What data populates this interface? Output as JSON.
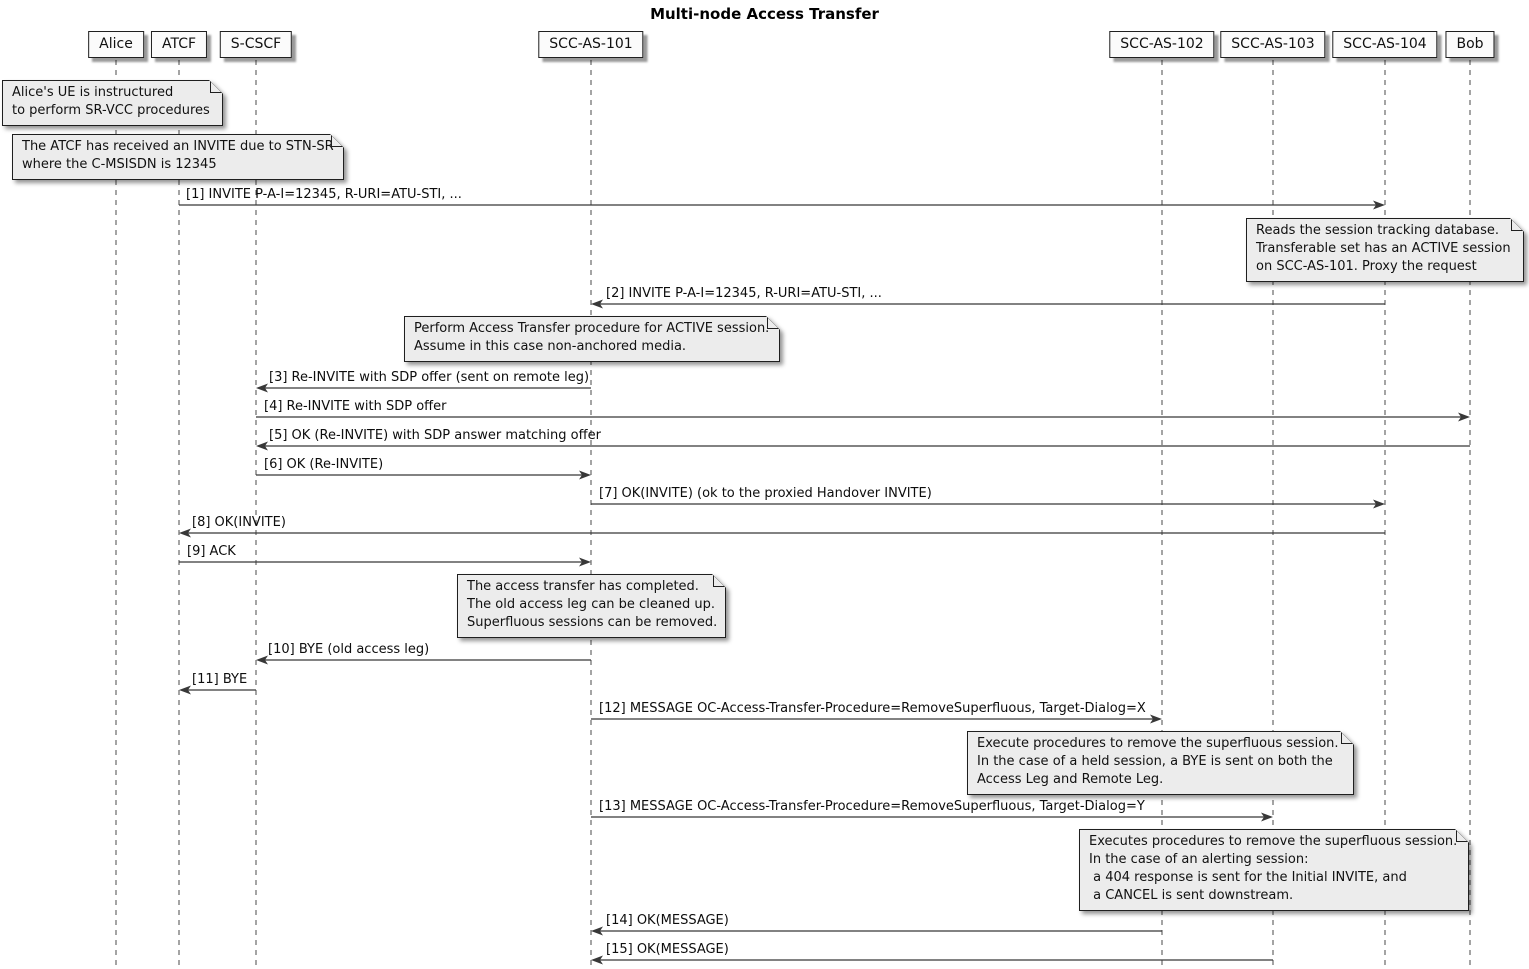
{
  "title": "Multi-node Access Transfer",
  "participants": [
    {
      "name": "Alice"
    },
    {
      "name": "ATCF"
    },
    {
      "name": "S-CSCF"
    },
    {
      "name": "SCC-AS-101"
    },
    {
      "name": "SCC-AS-102"
    },
    {
      "name": "SCC-AS-103"
    },
    {
      "name": "SCC-AS-104"
    },
    {
      "name": "Bob"
    }
  ],
  "messages": [
    {
      "text": "[1] INVITE P-A-I=12345, R-URI=ATU-STI, ...",
      "from": "ATCF",
      "to": "SCC-AS-104"
    },
    {
      "text": "[2] INVITE P-A-I=12345, R-URI=ATU-STI, ...",
      "from": "SCC-AS-104",
      "to": "SCC-AS-101"
    },
    {
      "text": "[3] Re-INVITE with SDP offer (sent on remote leg)",
      "from": "SCC-AS-101",
      "to": "S-CSCF"
    },
    {
      "text": "[4] Re-INVITE with SDP offer",
      "from": "S-CSCF",
      "to": "Bob"
    },
    {
      "text": "[5] OK (Re-INVITE) with SDP answer matching offer",
      "from": "Bob",
      "to": "S-CSCF"
    },
    {
      "text": "[6] OK (Re-INVITE)",
      "from": "S-CSCF",
      "to": "SCC-AS-101"
    },
    {
      "text": "[7] OK(INVITE) (ok to the proxied Handover INVITE)",
      "from": "SCC-AS-101",
      "to": "SCC-AS-104"
    },
    {
      "text": "[8] OK(INVITE)",
      "from": "SCC-AS-104",
      "to": "ATCF"
    },
    {
      "text": "[9] ACK",
      "from": "ATCF",
      "to": "SCC-AS-101"
    },
    {
      "text": "[10] BYE (old access leg)",
      "from": "SCC-AS-101",
      "to": "S-CSCF"
    },
    {
      "text": "[11] BYE",
      "from": "S-CSCF",
      "to": "ATCF"
    },
    {
      "text": "[12] MESSAGE OC-Access-Transfer-Procedure=RemoveSuperfluous, Target-Dialog=X",
      "from": "SCC-AS-101",
      "to": "SCC-AS-102"
    },
    {
      "text": "[13] MESSAGE OC-Access-Transfer-Procedure=RemoveSuperfluous, Target-Dialog=Y",
      "from": "SCC-AS-101",
      "to": "SCC-AS-103"
    },
    {
      "text": "[14] OK(MESSAGE)",
      "from": "SCC-AS-102",
      "to": "SCC-AS-101"
    },
    {
      "text": "[15] OK(MESSAGE)",
      "from": "SCC-AS-103",
      "to": "SCC-AS-101"
    }
  ],
  "notes": [
    {
      "over": "Alice, ATCF",
      "lines": [
        "Alice's UE is instructured",
        "to perform SR-VCC procedures"
      ]
    },
    {
      "over": "ATCF",
      "lines": [
        "The ATCF has received an INVITE due to STN-SR",
        "where the C-MSISDN is 12345"
      ]
    },
    {
      "over": "SCC-AS-104",
      "lines": [
        "Reads the session tracking database.",
        "Transferable set has an ACTIVE session",
        "on SCC-AS-101. Proxy the request"
      ]
    },
    {
      "over": "SCC-AS-101",
      "lines": [
        "Perform Access Transfer procedure for ACTIVE session.",
        "Assume in this case non-anchored media."
      ]
    },
    {
      "over": "SCC-AS-101",
      "lines": [
        "The access transfer has completed.",
        "The old access leg can be cleaned up.",
        "Superfluous sessions can be removed."
      ]
    },
    {
      "over": "SCC-AS-102",
      "lines": [
        "Execute procedures to remove the superfluous session.",
        "In the case of a held session, a BYE is sent on both the",
        "Access Leg and Remote Leg."
      ]
    },
    {
      "over": "SCC-AS-103",
      "lines": [
        "Executes procedures to remove the superfluous session.",
        "In the case of an alerting session:",
        " a 404 response is sent for the Initial INVITE, and",
        " a CANCEL is sent downstream."
      ]
    }
  ],
  "colors": {
    "background": "#ffffff",
    "participant_fill": "#fbfbfb",
    "note_fill": "#ececec",
    "border": "#1f1f1f",
    "arrow": "#383838",
    "lifeline": "#4a4a4a"
  }
}
